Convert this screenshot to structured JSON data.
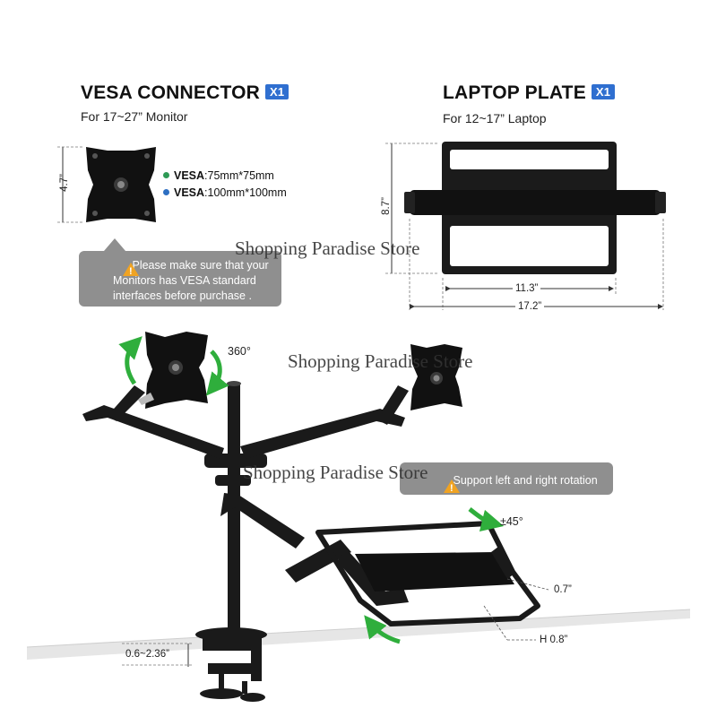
{
  "vesa_connector": {
    "title": "VESA CONNECTOR",
    "badge": "X1",
    "subtitle": "For 17~27” Monitor",
    "height_dim": "4.7”",
    "specs": [
      {
        "label": "VESA",
        "value": ":75mm*75mm",
        "dot_color": "#2e9a55"
      },
      {
        "label": "VESA",
        "value": ":100mm*100mm",
        "dot_color": "#2d6fc2"
      }
    ],
    "notice": "Please make sure that your Monitors has VESA standard interfaces before purchase ."
  },
  "laptop_plate": {
    "title": "LAPTOP PLATE",
    "badge": "X1",
    "subtitle": "For 12~17” Laptop",
    "height_dim": "8.7”",
    "inner_width_dim": "11.3”",
    "outer_width_dim": "17.2”"
  },
  "mount": {
    "rotation_label": "360°",
    "tilt_label": "±45°",
    "rotation_notice": "Support left and right rotation",
    "plate_thickness": "0.7”",
    "height_label": "H 0.8”",
    "clamp_range": "0.6~2.36”"
  },
  "watermarks": [
    "Shopping Paradise Store",
    "Shopping Paradise Store",
    "Shopping Paradise Store"
  ],
  "colors": {
    "badge": "#2f6fd0",
    "arrow_green": "#2fae3c",
    "notice_bg": "#8f8f8f",
    "warning": "#f0a322"
  }
}
